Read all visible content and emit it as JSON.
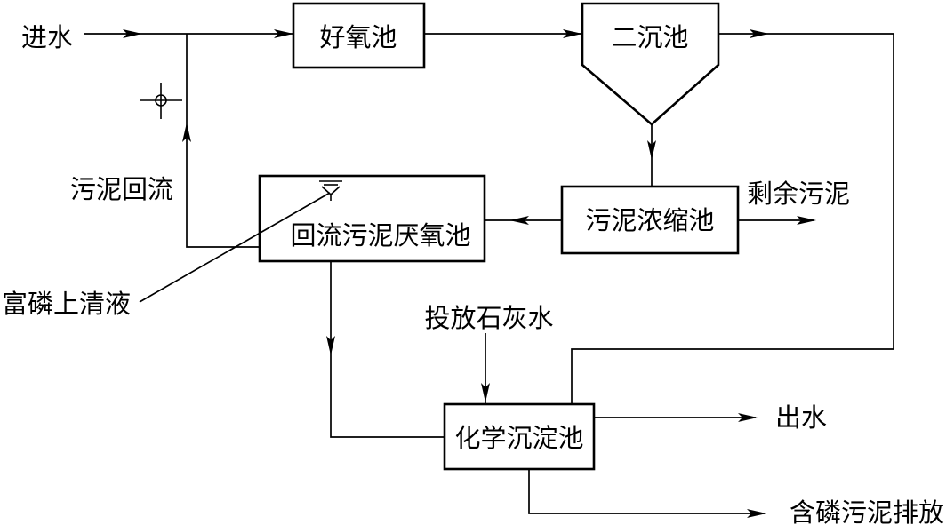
{
  "colors": {
    "ink": "#000000",
    "paper": "#ffffff"
  },
  "diagram": {
    "nodes": {
      "aerobic_tank": "好氧池",
      "secondary_clarifier": "二沉池",
      "sludge_thickener": "污泥浓缩池",
      "anaerobic_tank": "回流污泥厌氧池",
      "precipitation_tank": "化学沉淀池"
    },
    "labels": {
      "inflow": "进水",
      "sludge_return": "污泥回流",
      "excess_sludge": "剩余污泥",
      "supernatant": "富磷上清液",
      "lime_dosing": "投放石灰水",
      "effluent": "出水",
      "sludge_discharge": "含磷污泥排放"
    }
  }
}
